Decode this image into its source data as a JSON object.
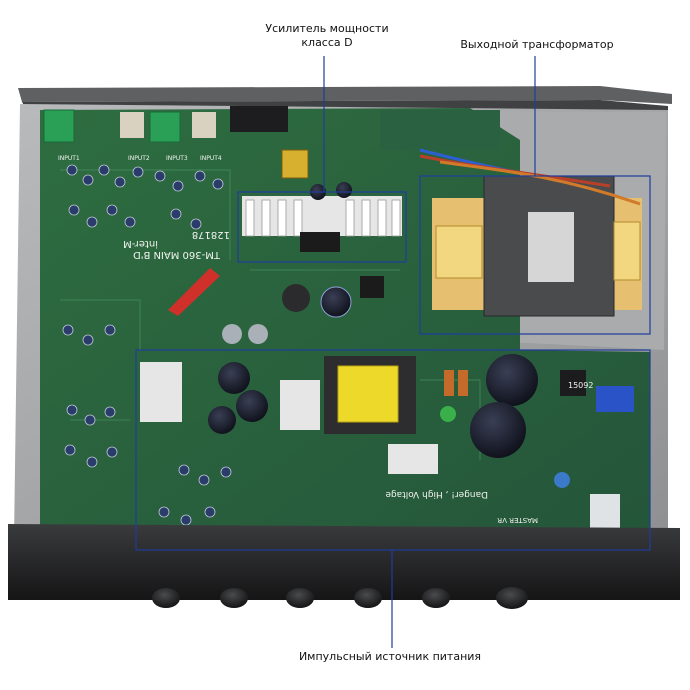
{
  "annotations": {
    "amplifier": {
      "line1": "Усилитель мощности",
      "line2": "класса D"
    },
    "transformer": {
      "text": "Выходной трансформатор"
    },
    "power_supply": {
      "text": "Импульсный источник питания"
    }
  },
  "board": {
    "title": "TM-360 MAIN B'D",
    "code": "128178",
    "brand": "inter-M",
    "warning": "Danger! , High Voltage",
    "master_label": "MASTER VR",
    "input_labels": [
      "INPUT1",
      "INPUT2",
      "INPUT3",
      "INPUT4"
    ],
    "part_code": "15092"
  },
  "colors": {
    "highlight": "#1f3d9c",
    "pcb": "#2f6b3f",
    "chassis": "#9a9c9e"
  }
}
